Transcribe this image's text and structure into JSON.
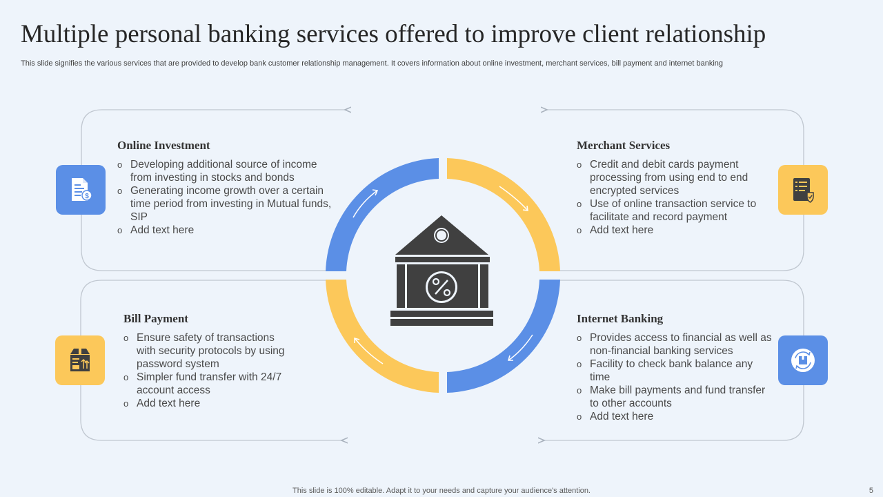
{
  "title": "Multiple personal banking services offered to improve client relationship",
  "subtitle": "This slide signifies the various services that are provided to  develop bank customer relationship management. It covers information about online investment, merchant services, bill payment and internet banking",
  "colors": {
    "blue": "#5b8fe6",
    "yellow": "#fcc85a",
    "background": "#eef4fb",
    "icon_dark": "#404040"
  },
  "center_icon": "bank-percent-icon",
  "sections": {
    "online_investment": {
      "heading": "Online Investment",
      "icon": "invoice-dollar-icon",
      "points": [
        "Developing additional source of income from investing in stocks and bonds",
        "Generating income growth over a certain time period from investing in Mutual funds,  SIP",
        "Add text here"
      ]
    },
    "merchant_services": {
      "heading": "Merchant Services",
      "icon": "checklist-shield-icon",
      "points": [
        "Credit and debit cards payment processing from using end to end encrypted services",
        "Use of online transaction service to facilitate and record payment",
        "Add text here"
      ]
    },
    "bill_payment": {
      "heading": "Bill Payment",
      "icon": "package-bill-icon",
      "points": [
        "Ensure safety of transactions with security protocols by using password system",
        "Simpler fund transfer with 24/7 account access",
        "Add text here"
      ]
    },
    "internet_banking": {
      "heading": "Internet Banking",
      "icon": "refresh-box-icon",
      "points": [
        "Provides access to financial as well as non-financial banking services",
        "Facility to  check bank balance any time",
        "Make bill payments and fund transfer to other accounts",
        "Add text here"
      ]
    }
  },
  "footer": "This slide is 100% editable. Adapt it to your needs and capture your audience's attention.",
  "page_number": "5"
}
